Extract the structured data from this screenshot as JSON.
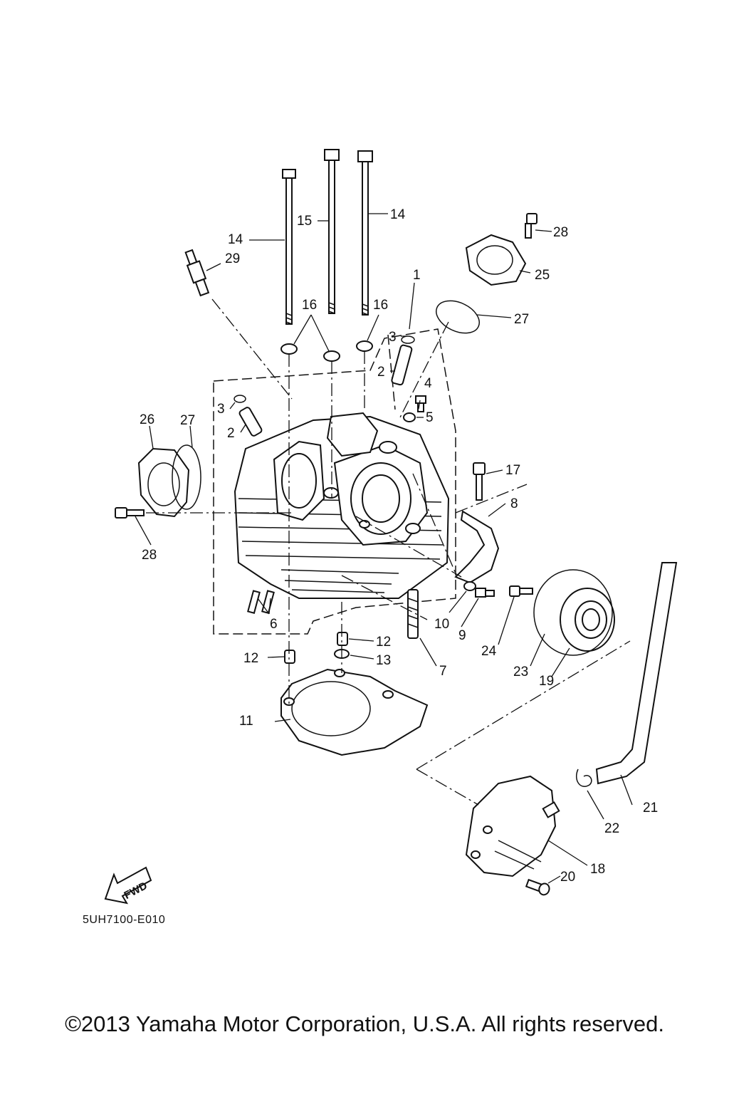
{
  "diagram_code": "5UH7100-E010",
  "copyright": "©2013 Yamaha Motor Corporation, U.S.A. All rights reserved.",
  "fwd_label": "FWD",
  "callouts": {
    "c1": "1",
    "c2a": "2",
    "c2b": "2",
    "c3a": "3",
    "c3b": "3",
    "c4": "4",
    "c5": "5",
    "c6": "6",
    "c7": "7",
    "c8": "8",
    "c9": "9",
    "c10": "10",
    "c11": "11",
    "c12a": "12",
    "c12b": "12",
    "c13": "13",
    "c14a": "14",
    "c14b": "14",
    "c15": "15",
    "c16a": "16",
    "c16b": "16",
    "c17": "17",
    "c18": "18",
    "c19": "19",
    "c20": "20",
    "c21": "21",
    "c22": "22",
    "c23": "23",
    "c24": "24",
    "c25": "25",
    "c26": "26",
    "c27a": "27",
    "c27b": "27",
    "c28a": "28",
    "c28b": "28",
    "c29": "29"
  },
  "icons": [
    "fwd-arrow-icon"
  ]
}
